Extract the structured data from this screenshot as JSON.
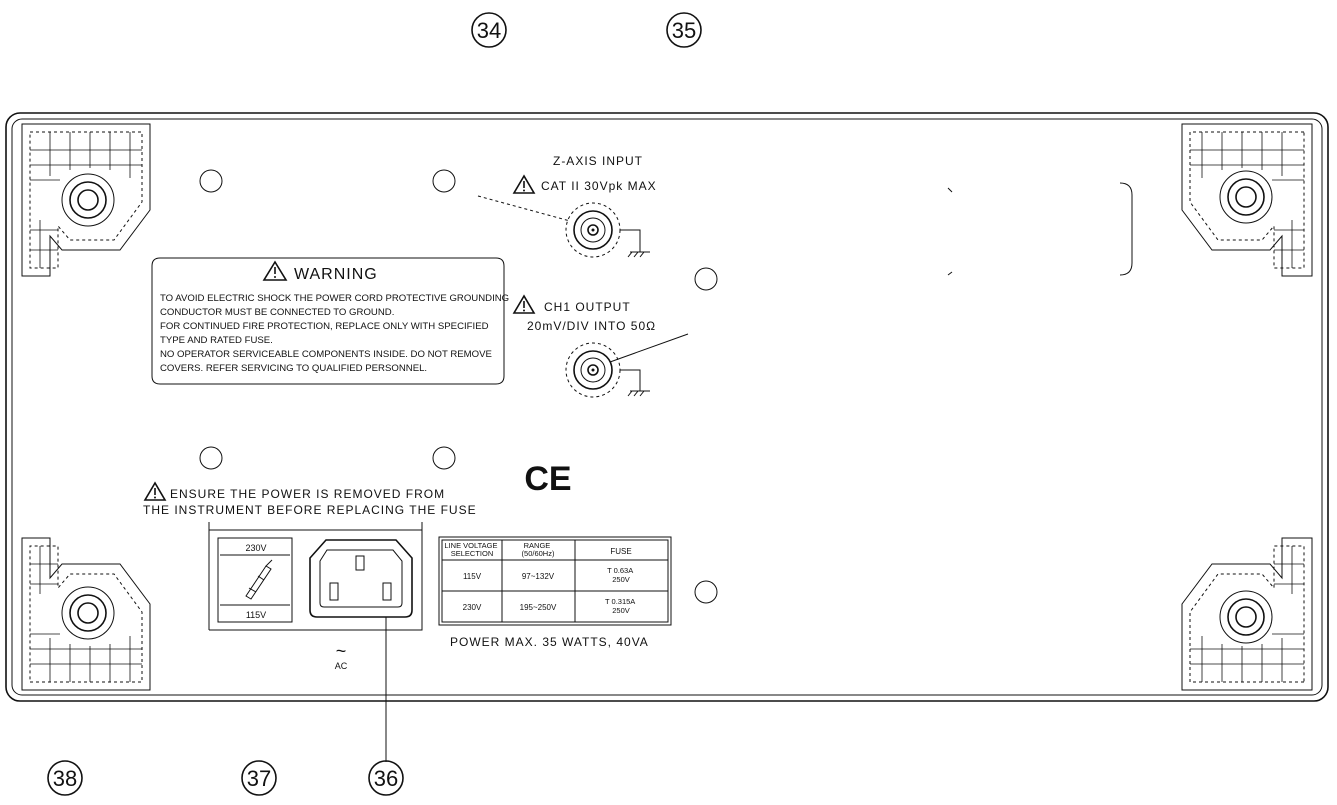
{
  "callouts": [
    "34",
    "35",
    "36",
    "37",
    "38"
  ],
  "z_axis": {
    "title": "Z-AXIS INPUT",
    "rating": "CAT II  30Vpk MAX"
  },
  "ch1_output": {
    "title": "CH1 OUTPUT",
    "rating": "20mV/DIV INTO 50Ω"
  },
  "warning": {
    "title": "WARNING",
    "lines": [
      "TO AVOID ELECTRIC SHOCK THE POWER CORD PROTECTIVE GROUNDING",
      "CONDUCTOR MUST BE CONNECTED TO GROUND.",
      "FOR CONTINUED FIRE PROTECTION, REPLACE ONLY WITH SPECIFIED",
      "TYPE AND RATED FUSE.",
      "NO OPERATOR SERVICEABLE COMPONENTS INSIDE. DO NOT REMOVE",
      "COVERS. REFER SERVICING TO QUALIFIED PERSONNEL."
    ]
  },
  "ce_mark": "CE",
  "fuse_notice": {
    "line1": "ENSURE THE POWER IS REMOVED FROM",
    "line2": "THE INSTRUMENT BEFORE REPLACING THE FUSE"
  },
  "voltage_selector": {
    "top": "230V",
    "bottom": "115V"
  },
  "ac_symbol": "~",
  "ac_label": "AC",
  "rating_table": {
    "headers": [
      "LINE VOLTAGE\nSELECTION",
      "RANGE\n(50/60Hz)",
      "FUSE"
    ],
    "rows": [
      [
        "115V",
        "97~132V",
        "T 0.63A\n250V"
      ],
      [
        "230V",
        "195~250V",
        "T 0.315A\n250V"
      ]
    ],
    "power": "POWER MAX.  35 WATTS, 40VA"
  }
}
